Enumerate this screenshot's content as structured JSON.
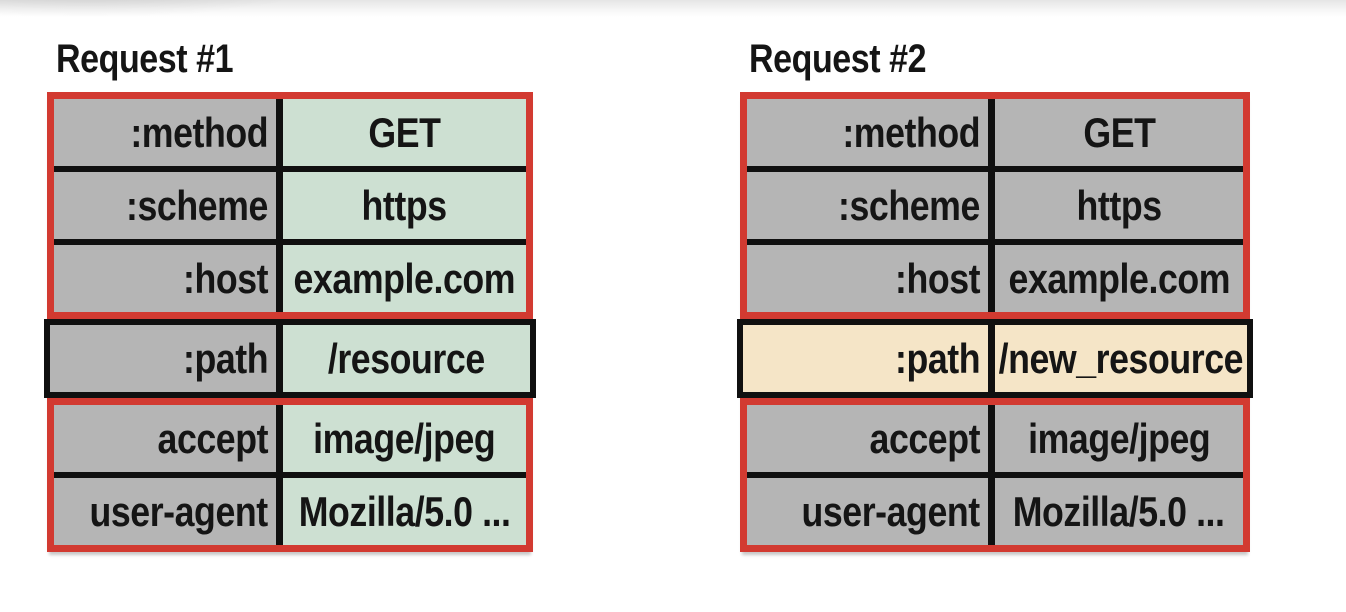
{
  "colors": {
    "red_border": "#d23a31",
    "gray_cell": "#b5b5b5",
    "green_cell": "#cde0d2",
    "tan_cell": "#f5e5c7",
    "black_line": "#101010",
    "text_color": "#151515",
    "page_bg": "#ffffff"
  },
  "requests": [
    {
      "title": "Request #1",
      "rows": [
        {
          "key": ":method",
          "value": "GET",
          "key_bg": "gray",
          "value_bg": "green"
        },
        {
          "key": ":scheme",
          "value": "https",
          "key_bg": "gray",
          "value_bg": "green"
        },
        {
          "key": ":host",
          "value": "example.com",
          "key_bg": "gray",
          "value_bg": "green"
        },
        {
          "key": ":path",
          "value": "/resource",
          "key_bg": "gray",
          "value_bg": "green"
        },
        {
          "key": "accept",
          "value": "image/jpeg",
          "key_bg": "gray",
          "value_bg": "green"
        },
        {
          "key": "user-agent",
          "value": "Mozilla/5.0 ...",
          "key_bg": "gray",
          "value_bg": "green"
        }
      ]
    },
    {
      "title": "Request #2",
      "rows": [
        {
          "key": ":method",
          "value": "GET",
          "key_bg": "gray",
          "value_bg": "gray"
        },
        {
          "key": ":scheme",
          "value": "https",
          "key_bg": "gray",
          "value_bg": "gray"
        },
        {
          "key": ":host",
          "value": "example.com",
          "key_bg": "gray",
          "value_bg": "gray"
        },
        {
          "key": ":path",
          "value": "/new_resource",
          "key_bg": "tan",
          "value_bg": "tan"
        },
        {
          "key": "accept",
          "value": "image/jpeg",
          "key_bg": "gray",
          "value_bg": "gray"
        },
        {
          "key": "user-agent",
          "value": "Mozilla/5.0 ...",
          "key_bg": "gray",
          "value_bg": "gray"
        }
      ]
    }
  ]
}
